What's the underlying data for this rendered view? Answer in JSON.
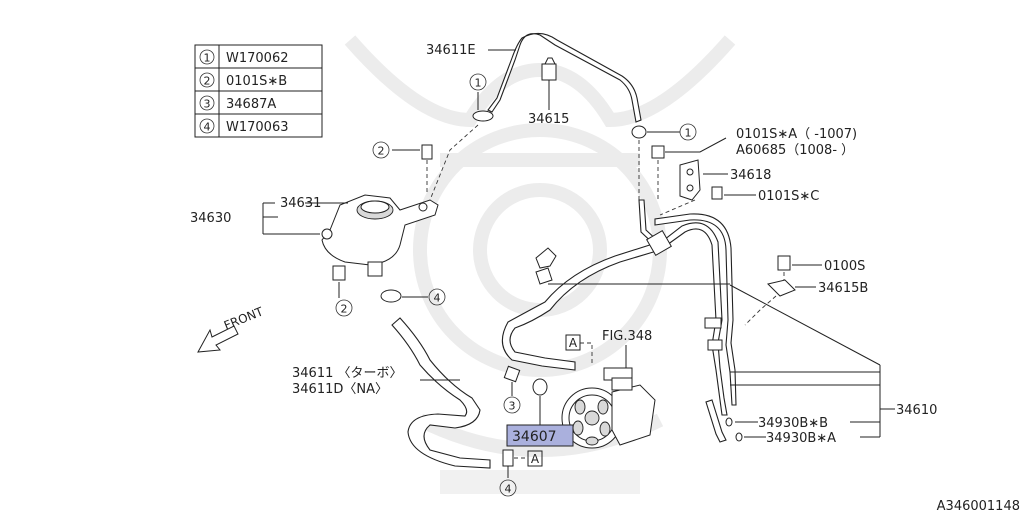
{
  "legend": [
    {
      "num": "1",
      "code": "W170062"
    },
    {
      "num": "2",
      "code": "0101S∗B"
    },
    {
      "num": "3",
      "code": "34687A"
    },
    {
      "num": "4",
      "code": "W170063"
    }
  ],
  "labels": {
    "l34611e": "34611E",
    "l34615": "34615",
    "l34631": "34631",
    "l34630": "34630",
    "l0101sa": "0101S∗A（ -1007)",
    "la60685": "A60685（1008- ）",
    "l34618": "34618",
    "l0101sc": "0101S∗C",
    "l0100s": "0100S",
    "l34615b": "34615B",
    "lfig348": "FIG.348",
    "l34611": "34611 〈ターボ〉",
    "l34611d": "34611D〈NA〉",
    "l34610": "34610",
    "l34930bb": "34930B∗B",
    "l34930ba": "34930B∗A",
    "l34607": "34607",
    "front": "FRONT",
    "ref_a": "A",
    "diagram_id": "A346001148"
  },
  "callouts": {
    "c1a": "1",
    "c1b": "1",
    "c2a": "2",
    "c2b": "2",
    "c3": "3",
    "c4a": "4",
    "c4b": "4"
  },
  "colors": {
    "line": "#222222",
    "highlight": "#aab0dd",
    "watermark": "#ececec"
  }
}
